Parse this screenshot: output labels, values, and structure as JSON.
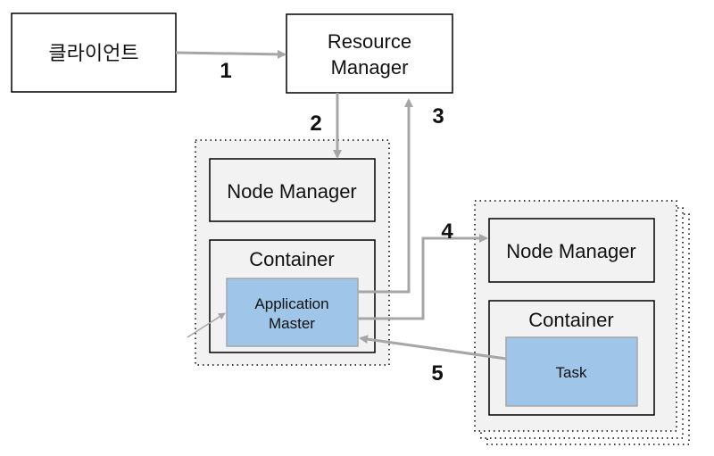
{
  "diagram": {
    "client_label": "클라이언트",
    "resource_manager_label": [
      "Resource",
      "Manager"
    ],
    "node1": {
      "node_manager_label": "Node Manager",
      "container_label": "Container",
      "app_master_label": [
        "Application",
        "Master"
      ]
    },
    "node2": {
      "node_manager_label": "Node Manager",
      "container_label": "Container",
      "task_label": "Task"
    },
    "steps": [
      "1",
      "2",
      "3",
      "4",
      "5"
    ],
    "colors": {
      "arrow": "#a6a6a6",
      "node_fill": "#f2f2f2",
      "inner_fill": "#9fc5e8",
      "border": "#000000"
    }
  }
}
